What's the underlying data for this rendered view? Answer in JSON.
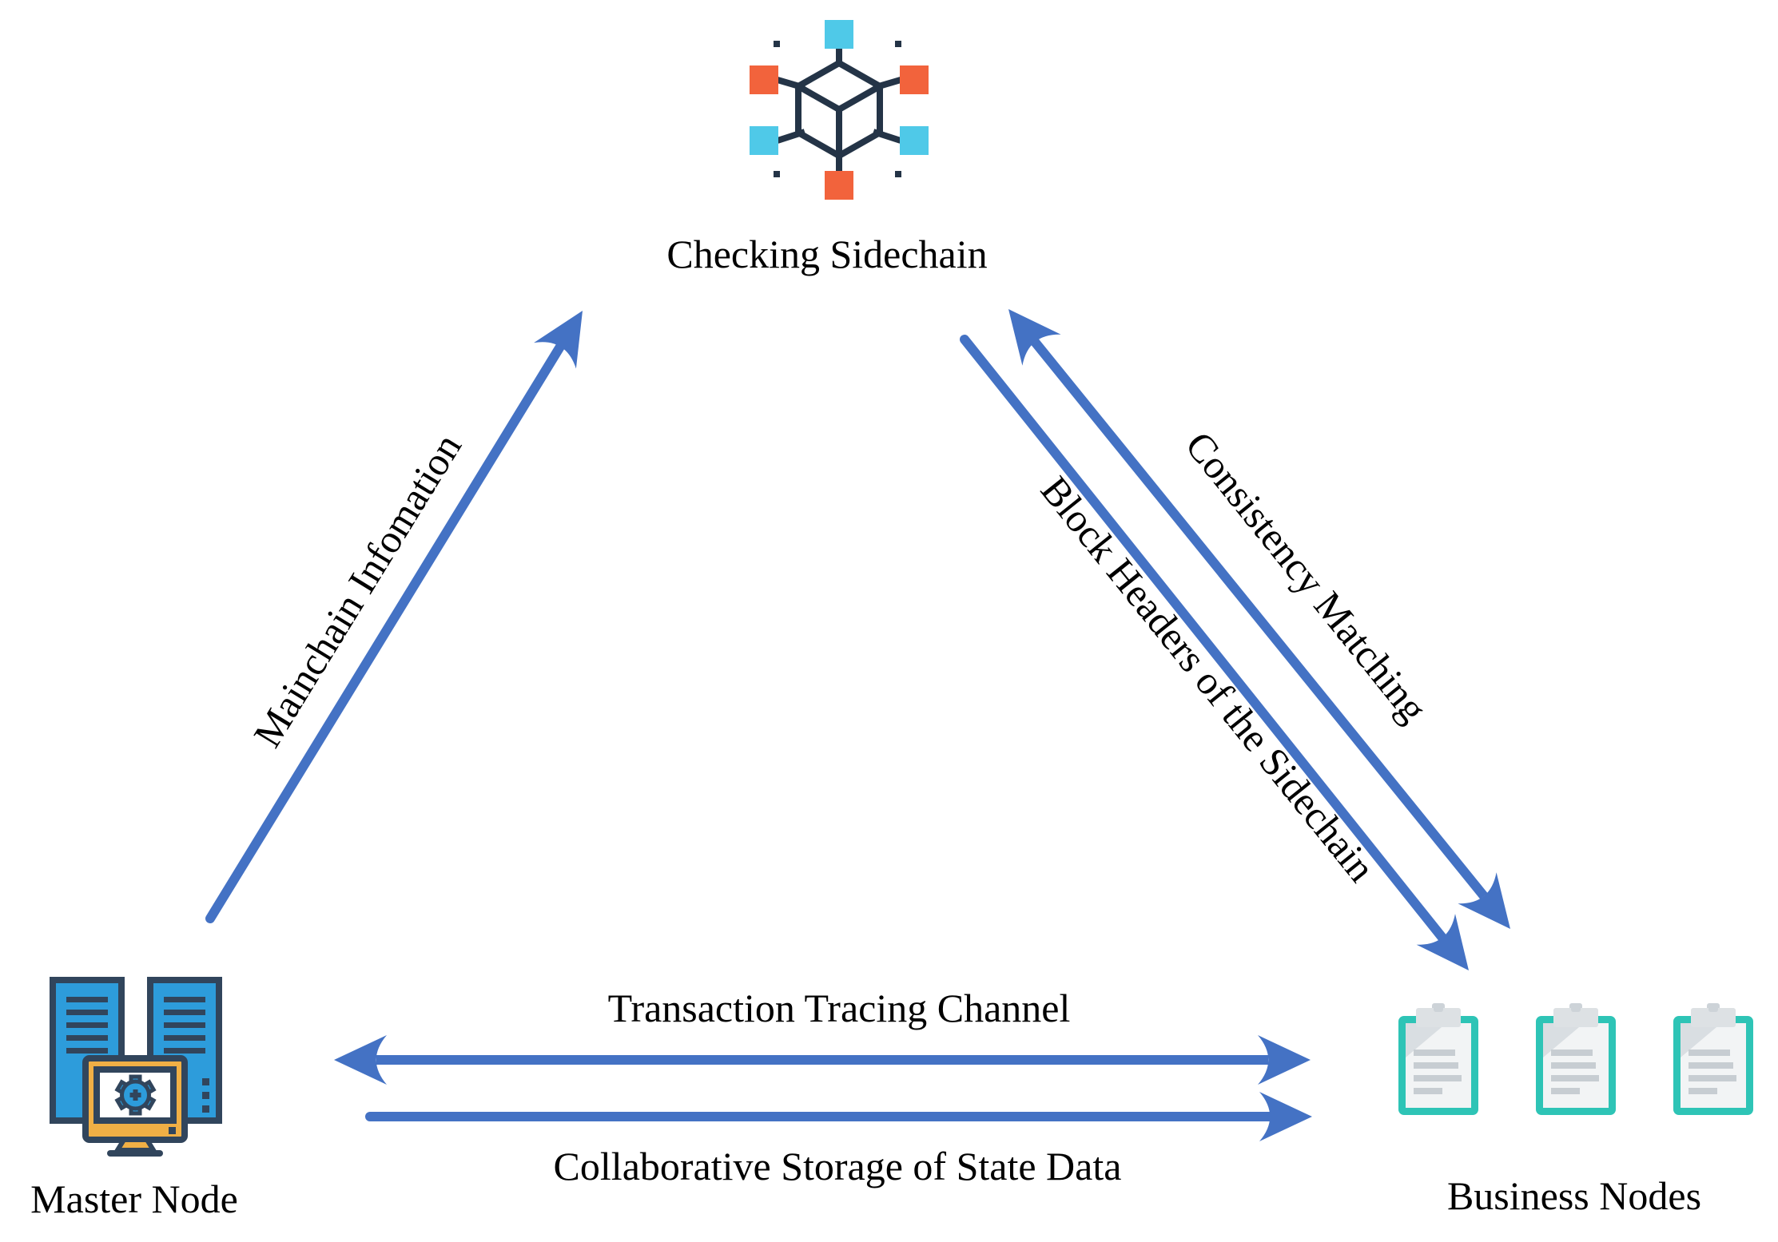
{
  "diagram_title": "Checking sidechain architecture diagram",
  "nodes": {
    "checking_sidechain": {
      "label": "Checking Sidechain",
      "icon": "blockchain-cube-icon"
    },
    "master_node": {
      "label": "Master Node",
      "icon": "server-towers-monitor-gear-icon"
    },
    "business_nodes": {
      "label": "Business Nodes",
      "icon": "clipboard-icon",
      "icon_count": 3
    }
  },
  "arrows": [
    {
      "id": "mainchain",
      "label": "Mainchain Infomation",
      "from": "master_node",
      "to": "checking_sidechain",
      "heads": "to"
    },
    {
      "id": "consistency",
      "label": "Consistency Matching",
      "from": "checking_sidechain",
      "to": "business_nodes",
      "heads": "both"
    },
    {
      "id": "block_headers",
      "label": "Block Headers of the Sidechain",
      "from": "checking_sidechain",
      "to": "business_nodes",
      "heads": "to"
    },
    {
      "id": "tracing",
      "label": "Transaction Tracing Channel",
      "from": "master_node",
      "to": "business_nodes",
      "heads": "both"
    },
    {
      "id": "storage",
      "label": "Collaborative Storage of State Data",
      "from": "master_node",
      "to": "business_nodes",
      "heads": "to"
    }
  ],
  "colors": {
    "ink": "#000000",
    "arrow_blue": "#4472C4",
    "cube_outline": "#243447",
    "cyan_block": "#4FC9E8",
    "orange_block": "#F2633C",
    "server_blue": "#2D9CDB",
    "server_outline": "#31455C",
    "monitor_yellow": "#F0AF45",
    "clipboard_teal": "#2EC4B6",
    "paper_gray": "#F2F4F5",
    "paper_fold_gray": "#D9DEE2",
    "clip_gray": "#DDE1E4",
    "paper_line_gray": "#C7CDD2"
  }
}
